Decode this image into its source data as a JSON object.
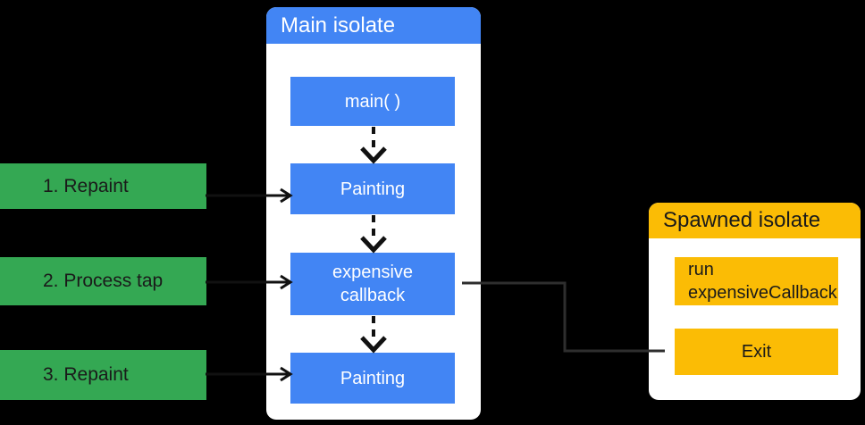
{
  "colors": {
    "background": "#000000",
    "blue": "#4285F4",
    "green": "#34A853",
    "yellow": "#FBBC05",
    "panel": "#FFFFFF",
    "ink": "#111111",
    "line": "#2e2e2e",
    "text_light": "#FFFFFF",
    "text_dark": "#1a1a1a"
  },
  "steps": [
    {
      "label": "1. Repaint"
    },
    {
      "label": "2. Process tap"
    },
    {
      "label": "3. Repaint"
    }
  ],
  "main_isolate": {
    "title": "Main isolate",
    "nodes": [
      {
        "label": "main( )"
      },
      {
        "label": "Painting"
      },
      {
        "label": "expensive\ncallback"
      },
      {
        "label": "Painting"
      }
    ]
  },
  "spawned_isolate": {
    "title": "Spawned isolate",
    "nodes": [
      {
        "label": "run\nexpensiveCallback"
      },
      {
        "label": "Exit"
      }
    ]
  },
  "edges": [
    {
      "from": "main()",
      "to": "Painting (1st)",
      "style": "dashed-arrow"
    },
    {
      "from": "Painting (1st)",
      "to": "expensive callback",
      "style": "dashed-arrow"
    },
    {
      "from": "expensive callback",
      "to": "Painting (2nd)",
      "style": "dashed-arrow"
    },
    {
      "from": "1. Repaint",
      "to": "Painting (1st)",
      "style": "solid-arrow"
    },
    {
      "from": "2. Process tap",
      "to": "expensive callback",
      "style": "solid-arrow"
    },
    {
      "from": "3. Repaint",
      "to": "Painting (2nd)",
      "style": "solid-arrow"
    },
    {
      "from": "expensive callback",
      "to": "Exit",
      "style": "elbow-line"
    }
  ]
}
